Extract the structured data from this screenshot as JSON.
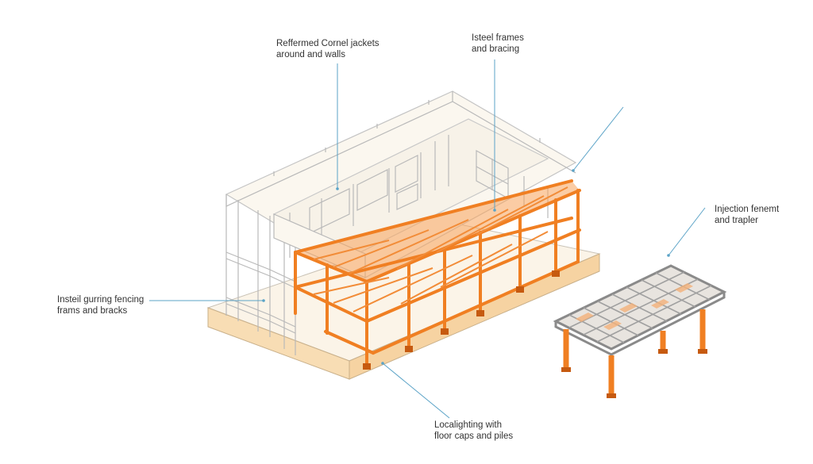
{
  "colors": {
    "background": "#ffffff",
    "outline": "#b9b9b9",
    "slab_top": "#fbf4e8",
    "slab_side": "#f8ddb4",
    "steel": "#f07f22",
    "steel_dark": "#c65a10",
    "leader": "#5ba3c7",
    "grid_frame": "#8a8a8a",
    "label_text": "#333333"
  },
  "annotations": [
    {
      "id": "cornel-jackets",
      "lines": [
        "Reffermed Cornel jackets",
        "around and walls"
      ]
    },
    {
      "id": "steel-frames",
      "lines": [
        "Isteel frames",
        "and bracing"
      ]
    },
    {
      "id": "injection",
      "lines": [
        "Injection fenemt",
        "and trapler"
      ]
    },
    {
      "id": "fencing",
      "lines": [
        "Insteil gurring fencing",
        "frams and bracks"
      ]
    },
    {
      "id": "lighting",
      "lines": [
        "Localighting with",
        "floor caps and piles"
      ]
    }
  ]
}
